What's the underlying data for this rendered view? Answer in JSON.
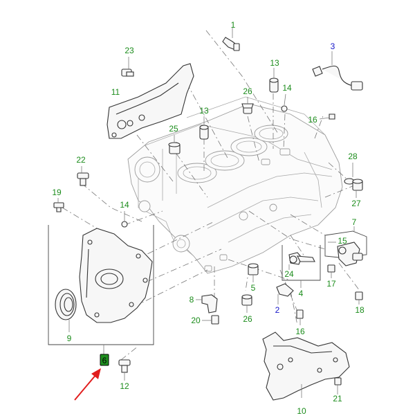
{
  "diagram": {
    "callout_color": "#1b8c1b",
    "alt_callout_color": "#1515c8",
    "arrow_color": "#e11d1d",
    "highlight_fill": "#2a8f2a",
    "callouts": [
      {
        "id": "c1",
        "text": "1",
        "color": "#1b8c1b"
      },
      {
        "id": "c2a",
        "text": "2",
        "color": "#1515c8"
      },
      {
        "id": "c3",
        "text": "3",
        "color": "#1515c8"
      },
      {
        "id": "c4",
        "text": "4",
        "color": "#1b8c1b"
      },
      {
        "id": "c5",
        "text": "5",
        "color": "#1b8c1b"
      },
      {
        "id": "c6",
        "text": "6",
        "color": "#1b8c1b"
      },
      {
        "id": "c7",
        "text": "7",
        "color": "#1b8c1b"
      },
      {
        "id": "c8",
        "text": "8",
        "color": "#1b8c1b"
      },
      {
        "id": "c9",
        "text": "9",
        "color": "#1b8c1b"
      },
      {
        "id": "c10",
        "text": "10",
        "color": "#1b8c1b"
      },
      {
        "id": "c11",
        "text": "11",
        "color": "#1b8c1b"
      },
      {
        "id": "c12",
        "text": "12",
        "color": "#1b8c1b"
      },
      {
        "id": "c13a",
        "text": "13",
        "color": "#1b8c1b"
      },
      {
        "id": "c13b",
        "text": "13",
        "color": "#1b8c1b"
      },
      {
        "id": "c14a",
        "text": "14",
        "color": "#1b8c1b"
      },
      {
        "id": "c14b",
        "text": "14",
        "color": "#1b8c1b"
      },
      {
        "id": "c15",
        "text": "15",
        "color": "#1b8c1b"
      },
      {
        "id": "c16a",
        "text": "16",
        "color": "#1b8c1b"
      },
      {
        "id": "c16b",
        "text": "16",
        "color": "#1b8c1b"
      },
      {
        "id": "c17",
        "text": "17",
        "color": "#1b8c1b"
      },
      {
        "id": "c18",
        "text": "18",
        "color": "#1b8c1b"
      },
      {
        "id": "c19",
        "text": "19",
        "color": "#1b8c1b"
      },
      {
        "id": "c20",
        "text": "20",
        "color": "#1b8c1b"
      },
      {
        "id": "c21",
        "text": "21",
        "color": "#1b8c1b"
      },
      {
        "id": "c22",
        "text": "22",
        "color": "#1b8c1b"
      },
      {
        "id": "c23",
        "text": "23",
        "color": "#1b8c1b"
      },
      {
        "id": "c24",
        "text": "24",
        "color": "#1b8c1b"
      },
      {
        "id": "c25",
        "text": "25",
        "color": "#1b8c1b"
      },
      {
        "id": "c26a",
        "text": "26",
        "color": "#1b8c1b"
      },
      {
        "id": "c26b",
        "text": "26",
        "color": "#1b8c1b"
      },
      {
        "id": "c27",
        "text": "27",
        "color": "#1b8c1b"
      },
      {
        "id": "c28",
        "text": "28",
        "color": "#1b8c1b"
      }
    ]
  }
}
